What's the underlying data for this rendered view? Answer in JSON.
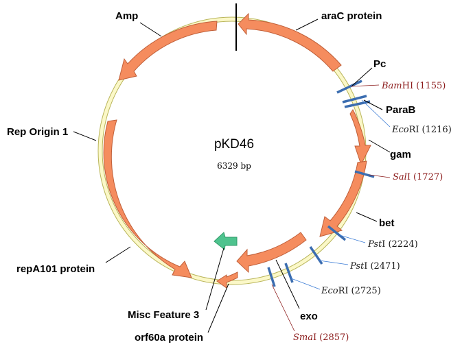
{
  "plasmid": {
    "name": "pKD46",
    "size_label": "6329 bp",
    "colors": {
      "feature": "#f58c5e",
      "misc_feature": "#4ec38e",
      "site_tick": "#3b6db0",
      "site_red": "#8b1a1a",
      "site_blue": "#1a1a1a",
      "backbone": "#fbf8c8"
    }
  },
  "features": {
    "arac": "araC protein",
    "pc": "Pc",
    "parab": "ParaB",
    "gam": "gam",
    "bet": "bet",
    "exo": "exo",
    "orf60a": "orf60a protein",
    "misc3": "Misc Feature 3",
    "repa101": "repA101 protein",
    "rep_origin": "Rep Origin 1",
    "amp": "Amp"
  },
  "sites": {
    "bamhi": {
      "enzyme": "BamHI",
      "enzyme_main": "Bam",
      "enzyme_suffix": "HI",
      "pos": "(1155)"
    },
    "ecori1": {
      "enzyme": "EcoRI",
      "enzyme_main": "Eco",
      "enzyme_suffix": "RI",
      "pos": "(1216)"
    },
    "sali": {
      "enzyme": "SalI",
      "enzyme_main": "Sal",
      "enzyme_suffix": "I",
      "pos": "(1727)"
    },
    "psti1": {
      "enzyme": "PstI",
      "enzyme_main": "Pst",
      "enzyme_suffix": "I",
      "pos": "(2224)"
    },
    "psti2": {
      "enzyme": "PstI",
      "enzyme_main": "Pst",
      "enzyme_suffix": "I",
      "pos": "(2471)"
    },
    "ecori2": {
      "enzyme": "EcoRI",
      "enzyme_main": "Eco",
      "enzyme_suffix": "RI",
      "pos": "(2725)"
    },
    "smai": {
      "enzyme": "SmaI",
      "enzyme_main": "Sma",
      "enzyme_suffix": "I",
      "pos": "(2857)"
    }
  }
}
